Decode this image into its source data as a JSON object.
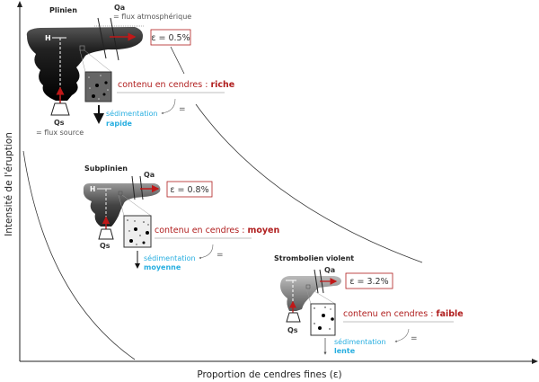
{
  "axes": {
    "y_label": "Intensité de l'éruption",
    "x_label": "Proportion de cendres fines (ε)"
  },
  "colors": {
    "red": "#b01e1e",
    "cyan": "#27aee0"
  },
  "scenarios": [
    {
      "title": "Plinien",
      "qa": "Qa",
      "qa_desc": "= flux atmosphérique",
      "h": "H",
      "qs": "Qs",
      "qs_desc": "= flux source",
      "epsilon": "ε = 0.5%",
      "content_prefix": "contenu en cendres : ",
      "content_value": "riche",
      "sed_label": "sédimentation",
      "sed_value": "rapide",
      "equals": "="
    },
    {
      "title": "Subplinien",
      "qa": "Qa",
      "h": "H",
      "qs": "Qs",
      "epsilon": "ε = 0.8%",
      "content_prefix": "contenu en cendres : ",
      "content_value": "moyen",
      "sed_label": "sédimentation",
      "sed_value": "moyenne",
      "equals": "="
    },
    {
      "title": "Strombolien violent",
      "qa": "Qa",
      "qs": "Qs",
      "epsilon": "ε = 3.2%",
      "content_prefix": "contenu en cendres : ",
      "content_value": "faible",
      "sed_label": "sédimentation",
      "sed_value": "lente",
      "equals": "="
    }
  ]
}
